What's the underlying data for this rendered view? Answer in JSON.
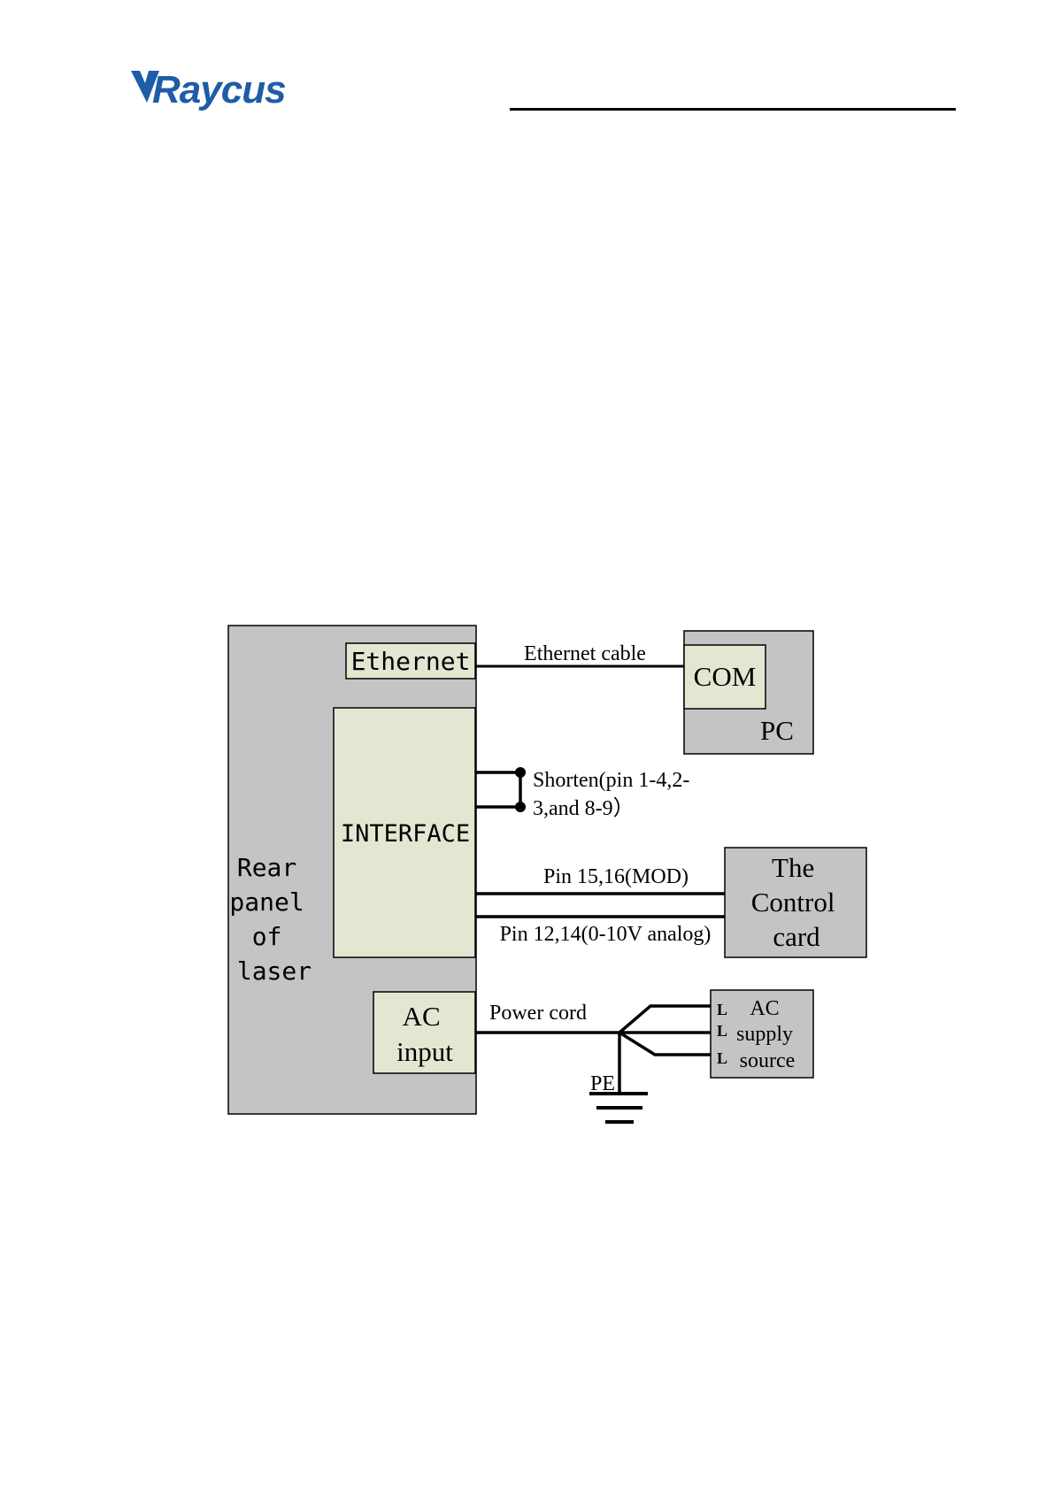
{
  "logo": {
    "text": "Raycus",
    "color": "#1f5ca8"
  },
  "diagram": {
    "rear_panel": {
      "lines": [
        "Rear",
        "panel",
        "of",
        "laser"
      ]
    },
    "ethernet_port": "Ethernet",
    "interface": "INTERFACE",
    "ac_input": {
      "lines": [
        "AC",
        "input"
      ]
    },
    "pc_box": {
      "com": "COM",
      "pc": "PC"
    },
    "control_card": {
      "lines": [
        "The",
        "Control",
        "card"
      ]
    },
    "ac_supply": {
      "lines": [
        "AC",
        "supply",
        "source"
      ],
      "pins": [
        "L",
        "L",
        "L"
      ]
    },
    "labels": {
      "ethernet_cable": "Ethernet cable",
      "shorten_line1": "Shorten(pin 1-4,2-",
      "shorten_line2": "3,and 8-9）",
      "pin_mod": "Pin 15,16(MOD)",
      "pin_analog": "Pin 12,14(0-10V analog)",
      "power_cord": "Power cord",
      "pe": "PE"
    },
    "colors": {
      "box_gray": "#c4c4c4",
      "box_green": "#e1e7d1",
      "line": "#000000"
    }
  }
}
